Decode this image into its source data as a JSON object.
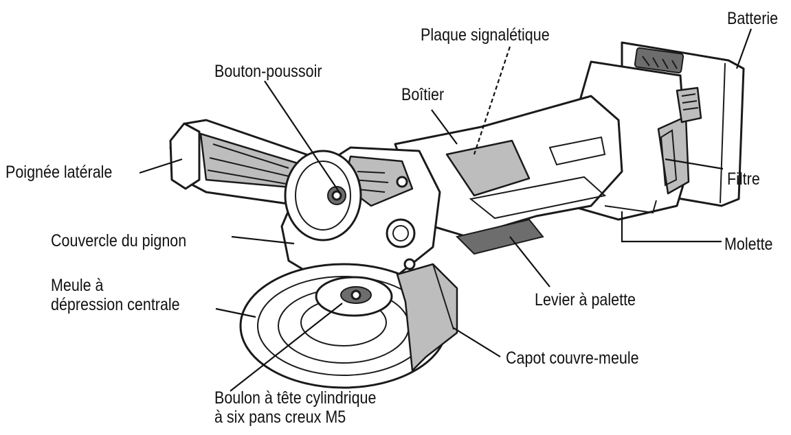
{
  "labels": {
    "batterie": "Batterie",
    "plaque": "Plaque signalétique",
    "bouton": "Bouton-poussoir",
    "boitier": "Boîtier",
    "poignee": "Poignée latérale",
    "filtre": "Filtre",
    "couvercle": "Couvercle du pignon",
    "molette": "Molette",
    "meule_line1": "Meule à",
    "meule_line2": "dépression centrale",
    "levier": "Levier à palette",
    "capot": "Capot couvre-meule",
    "boulon_line1": "Boulon à tête cylindrique",
    "boulon_line2": "à six pans creux M5"
  }
}
